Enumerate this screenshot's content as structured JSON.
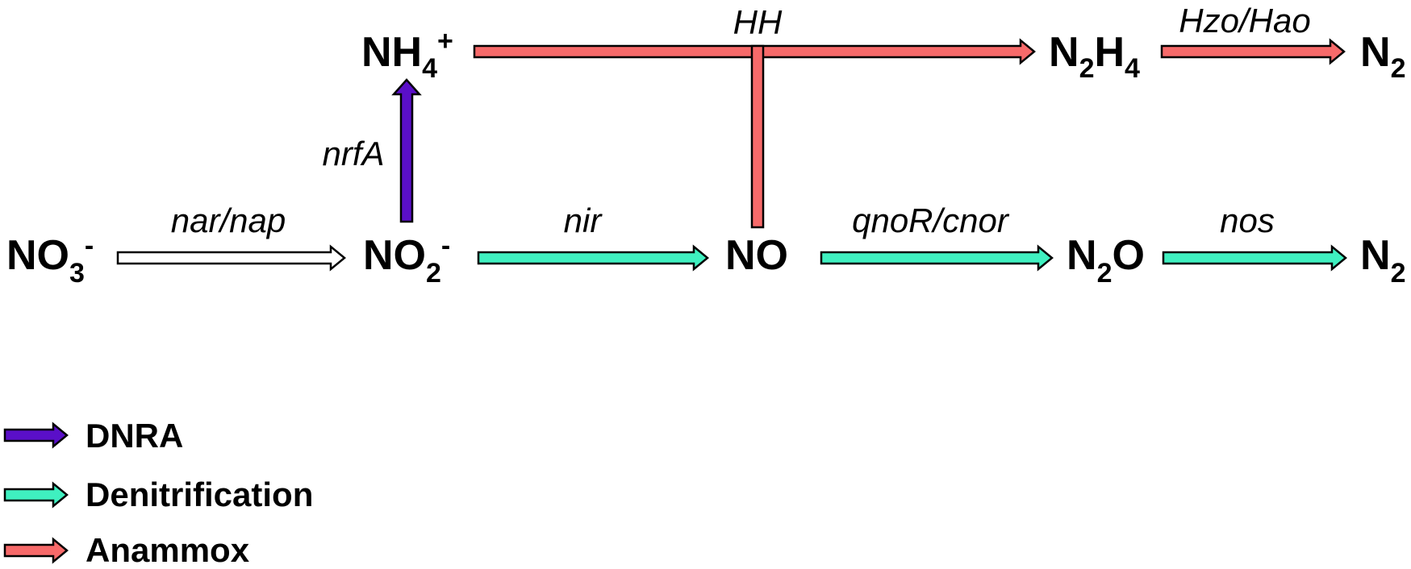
{
  "colors": {
    "dnra": "#5a0fc8",
    "denitrification": "#3ff0c0",
    "anammox": "#f76a6a",
    "nitrate_reduction": "#ffffff",
    "outline": "#000000"
  },
  "species": {
    "nitrate": {
      "base": "NO",
      "sub": "3",
      "sup": "-"
    },
    "nitrite": {
      "base": "NO",
      "sub": "2",
      "sup": "-"
    },
    "ammonium": {
      "base": "NH",
      "sub": "4",
      "sup": "+"
    },
    "nitric_oxide": {
      "base": "NO"
    },
    "hydrazine": {
      "p1": "N",
      "s1": "2",
      "p2": "H",
      "s2": "4"
    },
    "dinitrogen_top": {
      "base": "N",
      "sub": "2"
    },
    "nitrous_oxide": {
      "p1": "N",
      "s1": "2",
      "p2": "O"
    },
    "dinitrogen_bottom": {
      "base": "N",
      "sub": "2"
    }
  },
  "genes": {
    "nar_nap": "nar/nap",
    "nrfA": "nrfA",
    "nir": "nir",
    "HH": "HH",
    "hzo_hao": "Hzo/Hao",
    "qnoR_cnor": "qnoR/cnor",
    "nos": "nos"
  },
  "legend": [
    {
      "label": "DNRA",
      "color_key": "dnra"
    },
    {
      "label": "Denitrification",
      "color_key": "denitrification"
    },
    {
      "label": "Anammox",
      "color_key": "anammox"
    }
  ]
}
